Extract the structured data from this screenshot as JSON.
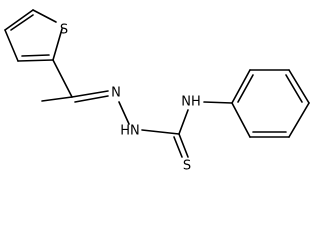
{
  "atoms": {
    "thiophene_sulfur": "S",
    "imine_nitrogen": "N",
    "hydrazine_nh": "HN",
    "thioamide_nh": "NH",
    "thione_sulfur": "S"
  }
}
